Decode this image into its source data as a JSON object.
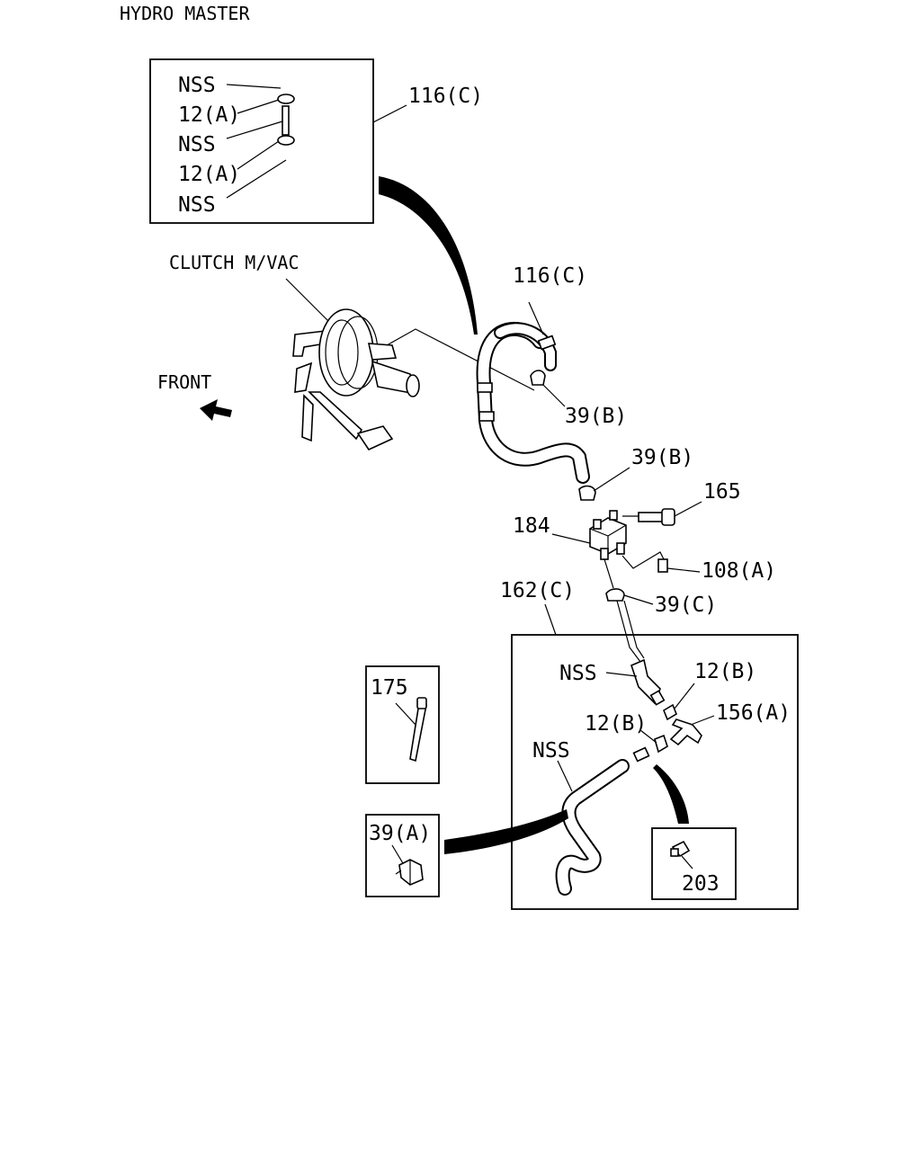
{
  "diagram": {
    "title": "HYDRO MASTER",
    "labels": {
      "clutch": "CLUTCH M/VAC",
      "front": "FRONT"
    },
    "inset_116c": {
      "ref": "116(C)",
      "items": [
        "NSS",
        "12(A)",
        "NSS",
        "12(A)",
        "NSS"
      ]
    },
    "callouts": {
      "hose_116c": "116(C)",
      "clip_39b_upper": "39(B)",
      "clip_39b_lower": "39(B)",
      "bolt_165": "165",
      "block_184": "184",
      "fitting_108a": "108(A)",
      "ref_162c": "162(C)",
      "clip_39c": "39(C)"
    },
    "inset_162c": {
      "nss_upper": "NSS",
      "ring_12b_upper": "12(B)",
      "tee_156a": "156(A)",
      "ring_12b_lower": "12(B)",
      "nss_lower": "NSS"
    },
    "inset_175": {
      "ref": "175"
    },
    "inset_39a": {
      "ref": "39(A)"
    },
    "inset_203": {
      "ref": "203"
    }
  }
}
